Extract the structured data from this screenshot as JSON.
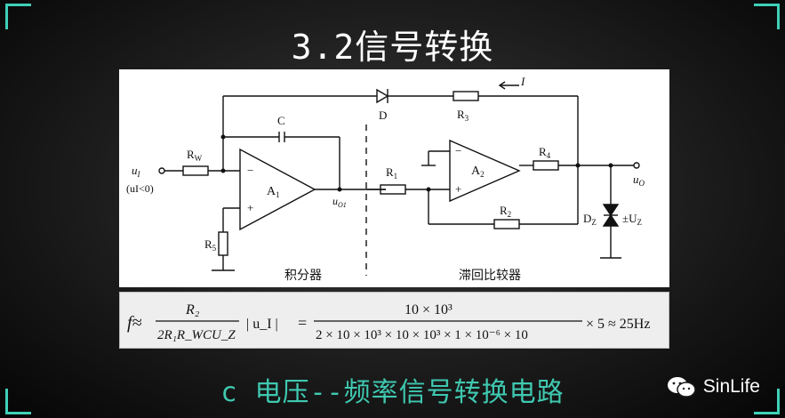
{
  "title": "3.2信号转换",
  "caption": "c 电压--频率信号转换电路",
  "brand": {
    "name": "SinLife",
    "icon": "wechat-icon"
  },
  "colors": {
    "accent": "#3fc8b0",
    "corner": "#3fd0b8",
    "background": "#1c1c1c"
  },
  "circuit": {
    "input_label": "u",
    "input_sub": "I",
    "input_condition": "(uI<0)",
    "rw_label": "R",
    "rw_sub": "W",
    "c_label": "C",
    "a1_label": "A",
    "a1_sub": "1",
    "r5_label": "R",
    "r5_sub": "5",
    "uo1_label": "u",
    "uo1_sub": "O1",
    "r1_label": "R",
    "r1_sub": "1",
    "a2_label": "A",
    "a2_sub": "2",
    "r2_label": "R",
    "r2_sub": "2",
    "r3_label": "R",
    "r3_sub": "3",
    "r4_label": "R",
    "r4_sub": "4",
    "d_label": "D",
    "current_label": "I",
    "dz_label": "D",
    "dz_sub": "Z",
    "uz_label": "±U",
    "uz_sub": "Z",
    "output_label": "u",
    "output_sub": "O",
    "integrator_label": "积分器",
    "comparator_label": "滞回比较器",
    "minus": "−",
    "plus": "+"
  },
  "formula": {
    "lhs": "f≈",
    "num1": "R₂",
    "den1": "2R₁R_WCU_Z",
    "abs": "| u_I |",
    "eq": "=",
    "num2": "10 × 10³",
    "den2": "2 × 10 × 10³ × 10 × 10³ × 1 × 10⁻⁶ × 10",
    "result": "× 5 ≈ 25Hz"
  }
}
